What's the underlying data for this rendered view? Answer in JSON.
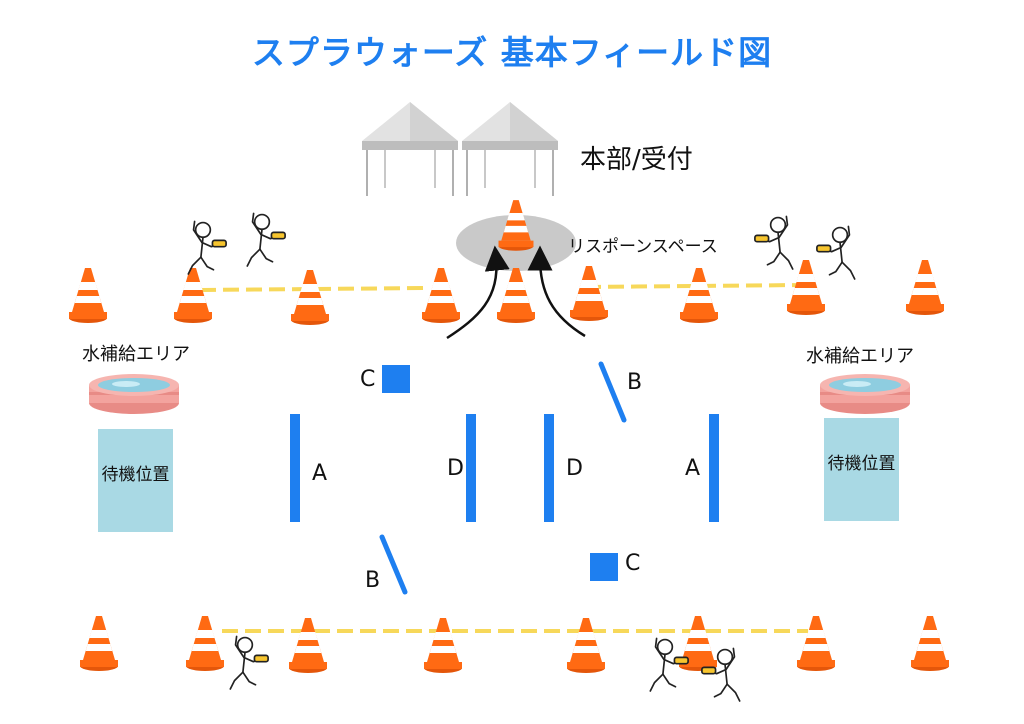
{
  "title": "スプラウォーズ 基本フィールド図",
  "labels": {
    "hq": "本部/受付",
    "respawn": "リスポーンスペース",
    "water_left": "水補給エリア",
    "water_right": "水補給エリア",
    "waiting_left": "待機位置",
    "waiting_right": "待機位置"
  },
  "obstacles": {
    "a_left": "A",
    "d_left": "D",
    "d_right": "D",
    "a_right": "A",
    "b_top": "B",
    "b_bottom": "B",
    "c_top": "C",
    "c_bottom": "C"
  },
  "colors": {
    "title": "#1e7ff0",
    "obstacle": "#1e7ff0",
    "cone_orange": "#ff6a13",
    "rope_yellow": "#f7d85a",
    "waiting_area": "#a9d9e4",
    "respawn_area": "#c9c9c9",
    "pool": "#f3a39e"
  },
  "icons": [
    "tent-icon",
    "traffic-cone-icon",
    "water-pool-icon",
    "player-with-water-gun-icon",
    "arrow-icon"
  ]
}
